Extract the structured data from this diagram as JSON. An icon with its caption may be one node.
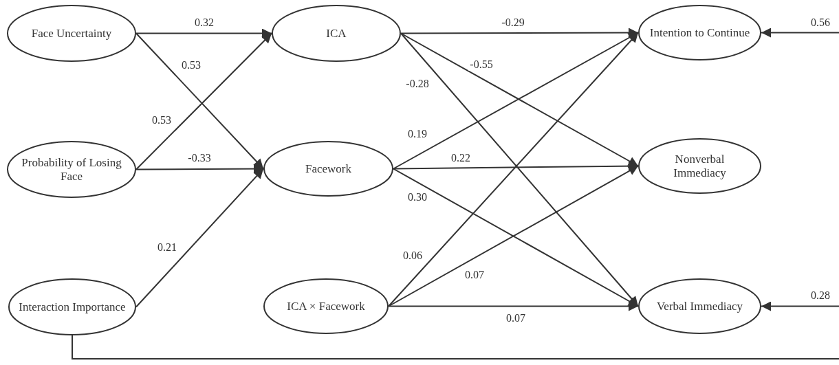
{
  "diagram": {
    "nodes": [
      {
        "text": [
          "Face Uncertainty"
        ]
      },
      {
        "text": [
          "Probability of Losing Face"
        ]
      },
      {
        "text": [
          "Interaction Importance"
        ]
      },
      {
        "text": [
          "ICA"
        ]
      },
      {
        "text": [
          "Facework"
        ]
      },
      {
        "text": [
          "ICA × Facework"
        ]
      },
      {
        "text": [
          "Intention to Continue"
        ]
      },
      {
        "text": [
          "Nonverbal Immediacy"
        ]
      },
      {
        "text": [
          "Verbal Immediacy"
        ]
      }
    ],
    "edges": [
      {
        "from": 0,
        "to": 3,
        "arrow": "to",
        "label": "0.32"
      },
      {
        "from": 0,
        "to": 4,
        "arrow": "to",
        "label": "0.53"
      },
      {
        "from": 1,
        "to": 3,
        "arrow": "to",
        "label": "0.53"
      },
      {
        "from": 1,
        "to": 4,
        "arrow": "to",
        "label": "-0.33"
      },
      {
        "from": 2,
        "to": 4,
        "arrow": "to",
        "label": "0.21"
      },
      {
        "from": 3,
        "to": 6,
        "arrow": "to",
        "label": "-0.29"
      },
      {
        "from": 3,
        "to": 7,
        "arrow": "to",
        "label": "-0.55"
      },
      {
        "from": 3,
        "to": 8,
        "arrow": "to",
        "label": "-0.28"
      },
      {
        "from": 4,
        "to": 6,
        "arrow": "to",
        "label": "0.19"
      },
      {
        "from": 4,
        "to": 7,
        "arrow": "to",
        "label": "0.22"
      },
      {
        "from": 4,
        "to": 8,
        "arrow": "to",
        "label": "0.30"
      },
      {
        "from": 5,
        "to": 6,
        "arrow": "to",
        "label": "0.06"
      },
      {
        "from": 5,
        "to": 7,
        "arrow": "to",
        "label": "0.07"
      },
      {
        "from": 5,
        "to": 8,
        "arrow": "to",
        "label": "0.07"
      },
      {
        "from": null,
        "to": 6,
        "arrow": "to",
        "label": "0.56"
      },
      {
        "from": null,
        "to": 8,
        "arrow": "to",
        "label": "0.28"
      },
      {
        "from": 2,
        "to": null,
        "arrow": "none"
      }
    ]
  }
}
